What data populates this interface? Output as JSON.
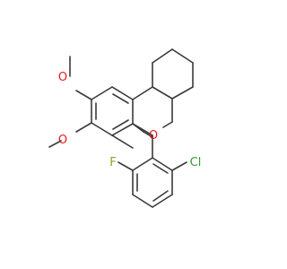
{
  "colors": {
    "bond": "#3a3a3a",
    "oxygen": "#e01b1b",
    "fluorine": "#8aa61a",
    "chlorine": "#2e9e2e",
    "background": "#ffffff"
  },
  "atoms": {
    "o_upper": "O",
    "o_lower": "O",
    "o_ring": "O",
    "f": "F",
    "cl": "Cl"
  }
}
